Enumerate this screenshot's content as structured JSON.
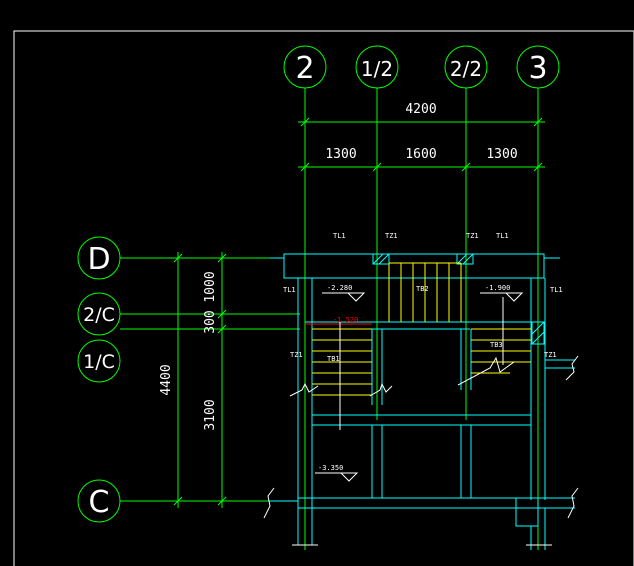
{
  "colors": {
    "background": "#000000",
    "grid": "#00ff00",
    "frame": "#ffffff",
    "walls": "#00ffff",
    "dimension": "#00ff00",
    "stair": "#ffff00",
    "landing": "#ff0000",
    "text": "#ffffff"
  },
  "grid_axes": {
    "vertical": [
      "2",
      "1/2",
      "2/2",
      "3"
    ],
    "horizontal": [
      "D",
      "2/C",
      "1/C",
      "C"
    ]
  },
  "dimensions": {
    "top_total": "4200",
    "top_segments": [
      "1300",
      "1600",
      "1300"
    ],
    "left_total": "4400",
    "left_segments": [
      "1000",
      "300",
      "3100"
    ]
  },
  "labels": {
    "tl1_top": "TL1",
    "tz1_a": "TZ1",
    "tz1_b": "TZ1",
    "tl1_top_right": "TL1",
    "tl1_left": "TL1",
    "tl1_right": "TL1",
    "tb2": "TB2",
    "tb1": "TB1",
    "tb3": "TB3",
    "tz1_left": "TZ1",
    "tz1_right": "TZ1",
    "elev_left": "-2.280",
    "elev_right": "-1.900",
    "elev_red": "-1.520",
    "elev_bottom": "-3.350"
  }
}
